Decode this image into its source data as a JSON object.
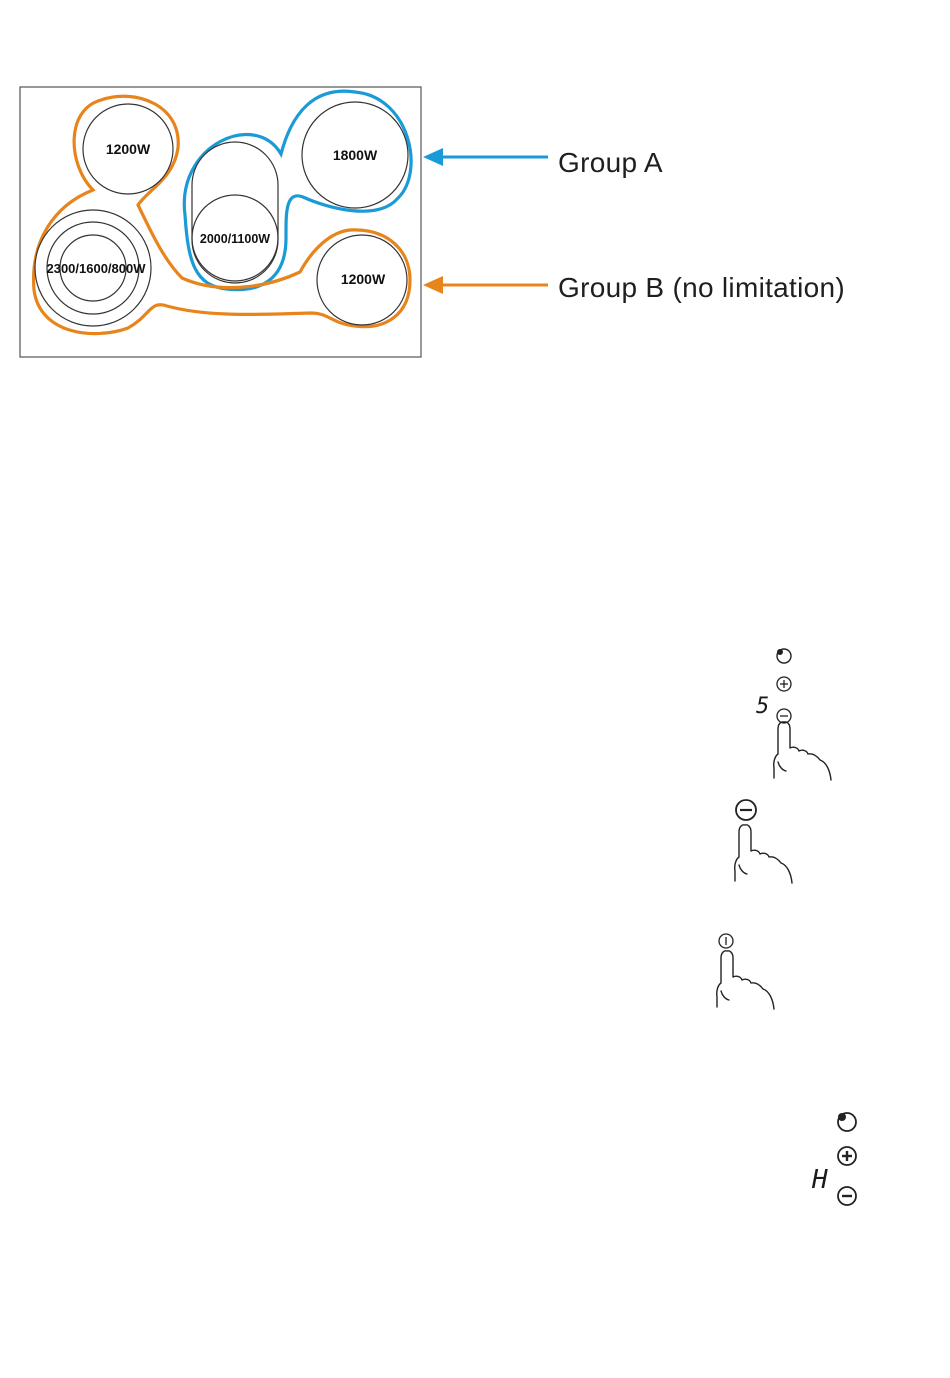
{
  "hob_diagram": {
    "zones": {
      "top_left": "1200W",
      "bottom_left": "2300/1600/800W",
      "center": "2000/1100W",
      "top_right": "1800W",
      "bottom_right": "1200W"
    },
    "groups": {
      "group_a": {
        "label": "Group A",
        "color": "#1a9ad6"
      },
      "group_b": {
        "label": "Group B (no limitation)",
        "color": "#e8841c"
      }
    }
  },
  "control_illustrations": {
    "step1": {
      "display": "5",
      "icons": [
        "power-icon",
        "plus-icon",
        "minus-icon",
        "finger-pointer-icon"
      ]
    },
    "step2": {
      "icons": [
        "minus-icon",
        "finger-pointer-icon"
      ]
    },
    "step3": {
      "icons": [
        "power-icon",
        "finger-pointer-icon"
      ]
    },
    "step4": {
      "display": "H",
      "icons": [
        "power-icon",
        "plus-icon",
        "minus-icon"
      ]
    }
  }
}
